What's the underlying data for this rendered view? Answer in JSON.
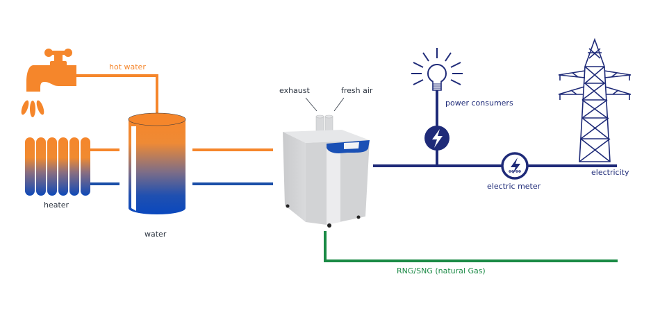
{
  "diagram": {
    "title": "",
    "colors": {
      "hot": "#F5862B",
      "cold": "#1B4FA8",
      "electric": "#1E2A78",
      "gas": "#1A8A45",
      "label_dark": "#2C3440",
      "unit_gray": "#D5D6D8",
      "unit_accent": "#1A50B5"
    },
    "nodes": {
      "faucet": {
        "icon": "faucet-icon"
      },
      "heater": {
        "label": "heater",
        "icon": "radiator-icon"
      },
      "water_tank": {
        "label": "water",
        "icon": "water-tank-icon"
      },
      "chp_unit": {
        "icon": "chp-unit-icon",
        "ports": {
          "exhaust": "exhaust",
          "fresh_air": "fresh air"
        }
      },
      "power_consumers": {
        "label": "power consumers",
        "icon": "light-bulb-icon"
      },
      "consumer_meter": {
        "icon": "lightning-bolt-icon"
      },
      "electric_meter": {
        "label": "electric meter",
        "icon": "electric-meter-icon"
      },
      "electricity": {
        "label": "electricity",
        "icon": "power-pylon-icon"
      }
    },
    "edges": [
      {
        "from": "water_tank",
        "to": "faucet",
        "label": "hot water",
        "type": "hot"
      },
      {
        "from": "water_tank",
        "to": "heater",
        "label": "",
        "type": "hot"
      },
      {
        "from": "water_tank",
        "to": "heater",
        "label": "",
        "type": "cold"
      },
      {
        "from": "chp_unit",
        "to": "water_tank",
        "label": "",
        "type": "hot"
      },
      {
        "from": "chp_unit",
        "to": "water_tank",
        "label": "",
        "type": "cold"
      },
      {
        "from": "chp_unit",
        "to": "electricity",
        "label": "",
        "type": "electric"
      },
      {
        "from": "consumer_meter",
        "to": "power_consumers",
        "label": "",
        "type": "electric"
      },
      {
        "from": "electric_meter",
        "to": "electricity",
        "label": "",
        "type": "electric"
      },
      {
        "from": "gas_supply",
        "to": "chp_unit",
        "label": "RNG/SNG (natural Gas)",
        "type": "gas"
      }
    ],
    "labels": {
      "hot_water": "hot water",
      "heater": "heater",
      "water": "water",
      "exhaust": "exhaust",
      "fresh_air": "fresh air",
      "power_consumers": "power consumers",
      "electric_meter": "electric meter",
      "electricity": "electricity",
      "gas": "RNG/SNG (natural Gas)"
    }
  }
}
